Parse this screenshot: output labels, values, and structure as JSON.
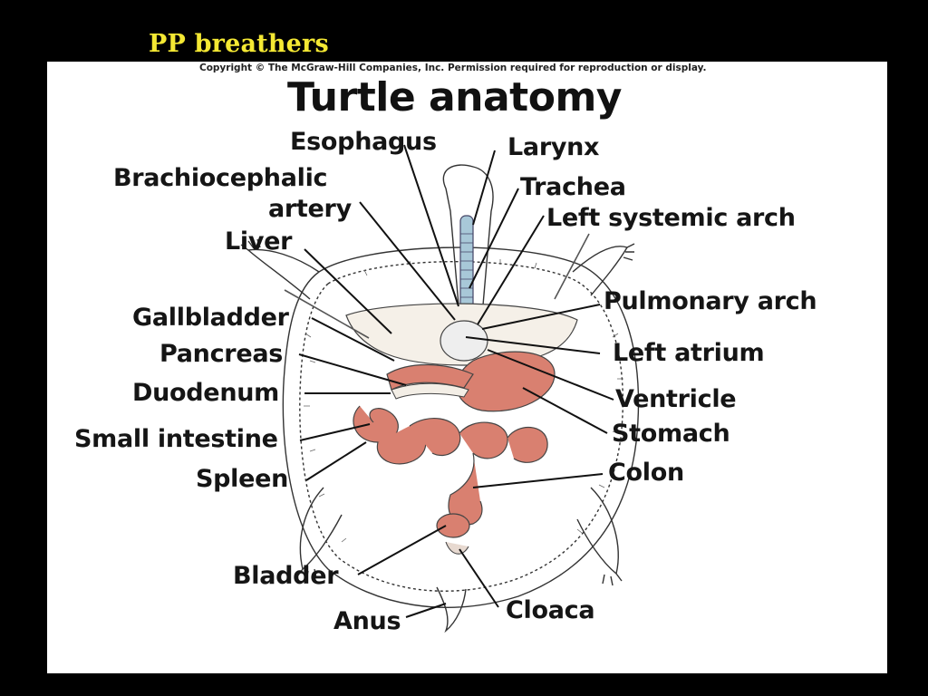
{
  "slide": {
    "title": "PP breathers"
  },
  "figure": {
    "copyright": "Copyright © The McGraw-Hill Companies, Inc. Permission required for reproduction or display.",
    "title": "Turtle anatomy",
    "labels": {
      "esophagus": "Esophagus",
      "larynx": "Larynx",
      "brachiocephalic_1": "Brachiocephalic",
      "brachiocephalic_2": "artery",
      "trachea": "Trachea",
      "left_systemic_arch": "Left systemic arch",
      "liver": "Liver",
      "pulmonary_arch": "Pulmonary arch",
      "gallbladder": "Gallbladder",
      "left_atrium": "Left atrium",
      "pancreas": "Pancreas",
      "ventricle": "Ventricle",
      "duodenum": "Duodenum",
      "stomach": "Stomach",
      "small_intestine": "Small intestine",
      "spleen": "Spleen",
      "colon": "Colon",
      "bladder": "Bladder",
      "cloaca": "Cloaca",
      "anus": "Anus"
    },
    "colors": {
      "organ": "#d98070",
      "artery": "#c43a32",
      "vein": "#2d4fa3",
      "trachea": "#a8c8d8",
      "title_yellow": "#f4e833"
    }
  }
}
